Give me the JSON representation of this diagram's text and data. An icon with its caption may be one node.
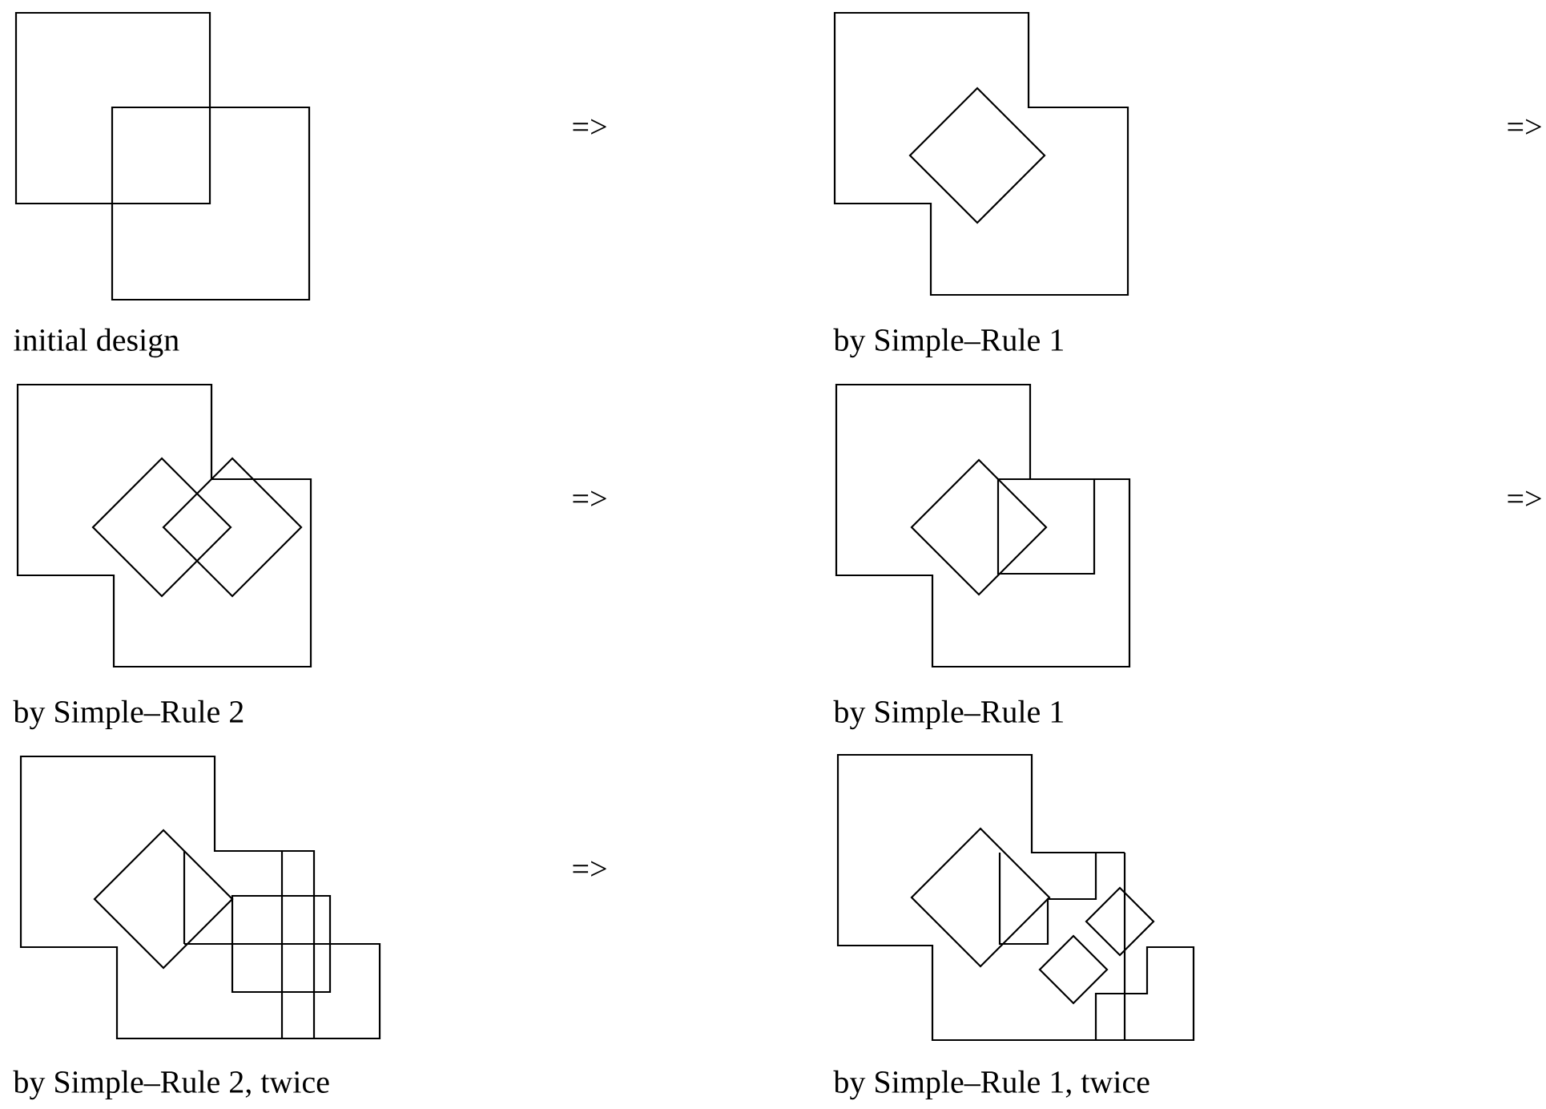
{
  "diagram": {
    "labels": [
      "=>",
      "=>",
      "initial design",
      "by Simple–Rule 1",
      "=>",
      "=>",
      "by Simple–Rule 2",
      "by Simple–Rule 1",
      "=>",
      "by Simple–Rule 2, twice",
      "by Simple–Rule 1, twice"
    ]
  }
}
